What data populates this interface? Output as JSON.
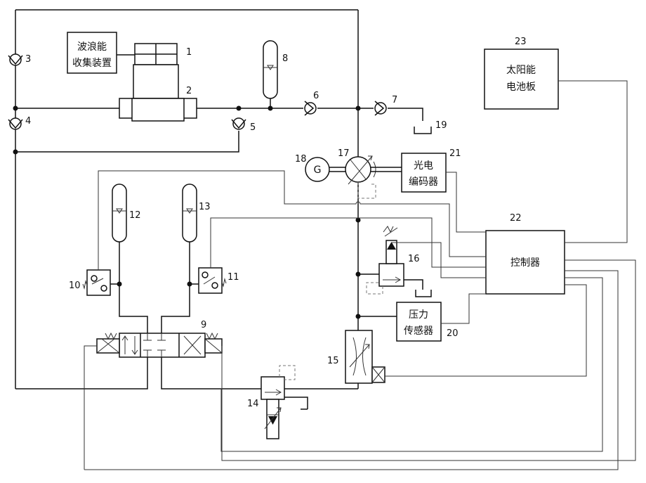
{
  "labels": {
    "wave_device_line1": "波浪能",
    "wave_device_line2": "收集装置",
    "solar_line1": "太阳能",
    "solar_line2": "电池板",
    "encoder_line1": "光电",
    "encoder_line2": "编码器",
    "controller": "控制器",
    "pressure_line1": "压力",
    "pressure_line2": "传感器",
    "generator": "G"
  },
  "component_numbers": {
    "n1": "1",
    "n2": "2",
    "n3": "3",
    "n4": "4",
    "n5": "5",
    "n6": "6",
    "n7": "7",
    "n8": "8",
    "n9": "9",
    "n10": "10",
    "n11": "11",
    "n12": "12",
    "n13": "13",
    "n14": "14",
    "n15": "15",
    "n16": "16",
    "n17": "17",
    "n18": "18",
    "n19": "19",
    "n20": "20",
    "n21": "21",
    "n22": "22",
    "n23": "23"
  }
}
